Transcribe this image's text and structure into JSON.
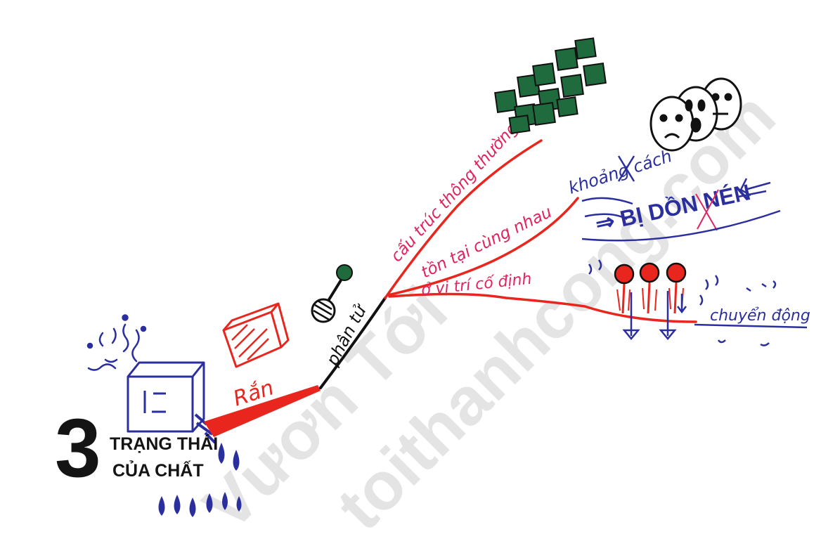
{
  "central": {
    "number": "3",
    "line1": "TRẠNG THÁI",
    "line2": "CỦA CHẤT"
  },
  "branch": {
    "state": "Rắn",
    "trunk": "phân tử"
  },
  "sub_branches": [
    {
      "label": "cấu trúc thông thường"
    },
    {
      "label": "tồn tại cùng nhau"
    },
    {
      "label": "ở vị trí cố định"
    }
  ],
  "notes": {
    "distance": "khoảng cách",
    "compressed": "⇒ BỊ DỒN NÉN",
    "movement": "chuyển động"
  },
  "watermark": {
    "line1": "Vươn Tới",
    "line2": "toithanhcong.com"
  },
  "colors": {
    "red": "#e8261e",
    "pink": "#e0245e",
    "blue": "#2b2f9e",
    "green": "#1f6b3d",
    "black": "#111111",
    "watermark": "#d9d9d9"
  }
}
